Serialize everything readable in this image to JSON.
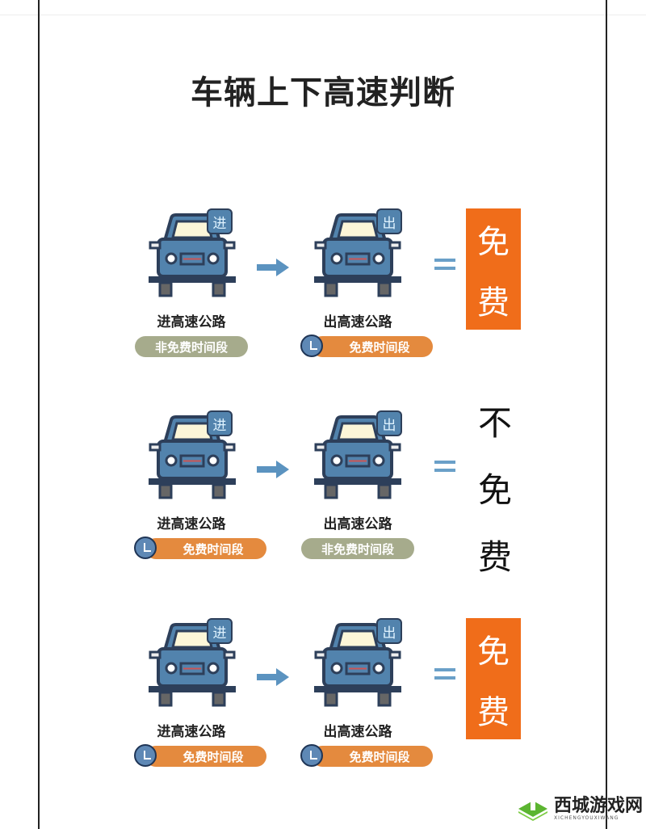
{
  "title": "车辆上下高速判断",
  "colors": {
    "car_body": "#5283ad",
    "result_orange": "#f06d1a",
    "pill_free": "#e48a3e",
    "pill_nonfree": "#a6ab8c"
  },
  "rows": [
    {
      "entry": {
        "badge": "进",
        "label": "进高速公路",
        "period": "非免费时间段",
        "free": false
      },
      "exit": {
        "badge": "出",
        "label": "出高速公路",
        "period": "免费时间段",
        "free": true
      },
      "equals": "=",
      "result": [
        "免",
        "费"
      ],
      "result_highlight": true
    },
    {
      "entry": {
        "badge": "进",
        "label": "进高速公路",
        "period": "免费时间段",
        "free": true
      },
      "exit": {
        "badge": "出",
        "label": "出高速公路",
        "period": "非免费时间段",
        "free": false
      },
      "equals": "=",
      "result": [
        "不",
        "免",
        "费"
      ],
      "result_highlight": false
    },
    {
      "entry": {
        "badge": "进",
        "label": "进高速公路",
        "period": "免费时间段",
        "free": true
      },
      "exit": {
        "badge": "出",
        "label": "出高速公路",
        "period": "免费时间段",
        "free": true
      },
      "equals": "=",
      "result": [
        "免",
        "费"
      ],
      "result_highlight": true
    }
  ],
  "watermark": {
    "name": "西城游戏网",
    "sub": "XICHENGYOUXIWANG"
  }
}
